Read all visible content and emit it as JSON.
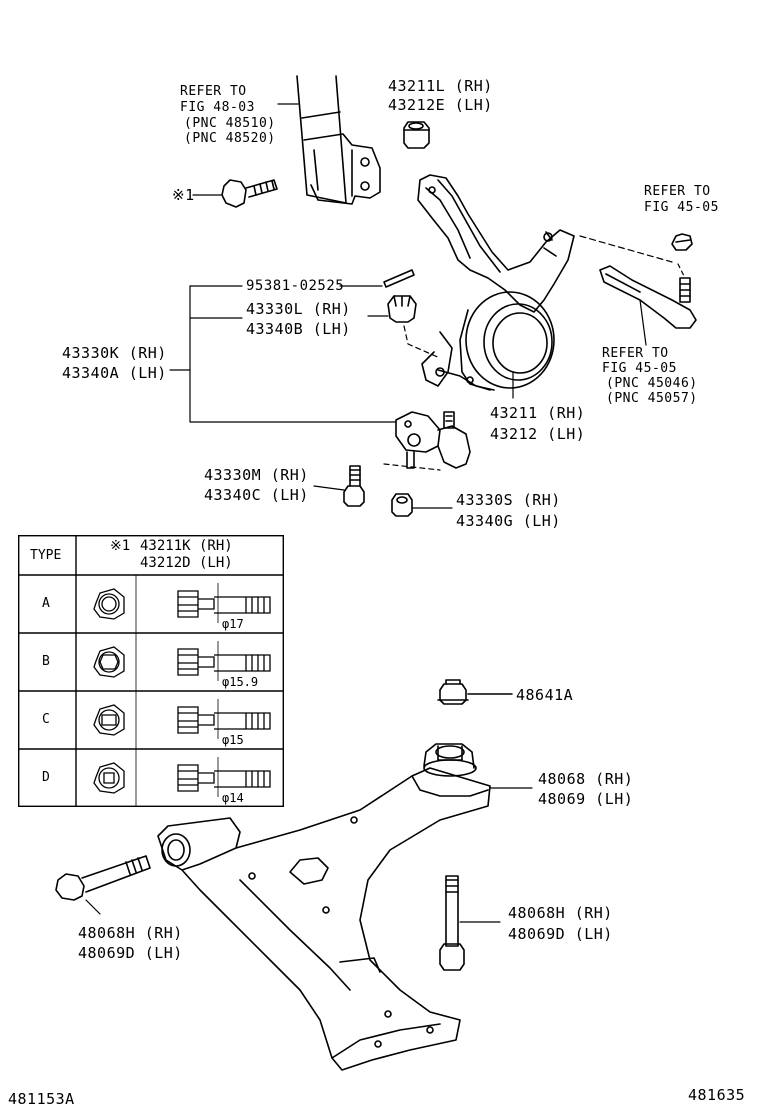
{
  "labels": {
    "refer_48_03_l1": "REFER TO",
    "refer_48_03_l2": "FIG 48-03",
    "refer_48_03_l3": "(PNC 48510)",
    "refer_48_03_l4": "(PNC 48520)",
    "nut_rh": "43211L (RH)",
    "nut_lh": "43212E (LH)",
    "bolt_mark": "※1",
    "refer_45_05_a_l1": "REFER TO",
    "refer_45_05_a_l2": "FIG 45-05",
    "pin": "95381-02525",
    "castle_nut_rh": "43330L (RH)",
    "castle_nut_lh": "43340B (LH)",
    "ball_joint_rh": "43330K (RH)",
    "ball_joint_lh": "43340A (LH)",
    "refer_45_05_b_l1": "REFER TO",
    "refer_45_05_b_l2": "FIG 45-05",
    "refer_45_05_b_l3": "(PNC 45046)",
    "refer_45_05_b_l4": "(PNC 45057)",
    "knuckle_rh": "43211 (RH)",
    "knuckle_lh": "43212 (LH)",
    "bj_bolt_rh": "43330M (RH)",
    "bj_bolt_lh": "43340C (LH)",
    "bj_nut_rh": "43330S (RH)",
    "bj_nut_lh": "43340G (LH)",
    "arm_nut": "48641A",
    "bushing_rh": "48068 (RH)",
    "bushing_lh": "48069 (LH)",
    "front_bolt_rh": "48068H (RH)",
    "front_bolt_lh": "48069D (LH)",
    "rear_bolt_rh": "48068H (RH)",
    "rear_bolt_lh": "48069D (LH)",
    "code_left": "481153A",
    "code_right": "481635"
  },
  "table": {
    "type_header": "TYPE",
    "part_mark": "※1",
    "part_rh": "43211K (RH)",
    "part_lh": "43212D (LH)",
    "rows": [
      {
        "type": "A",
        "dim": "φ17"
      },
      {
        "type": "B",
        "dim": "φ15.9"
      },
      {
        "type": "C",
        "dim": "φ15"
      },
      {
        "type": "D",
        "dim": "φ14"
      }
    ]
  }
}
